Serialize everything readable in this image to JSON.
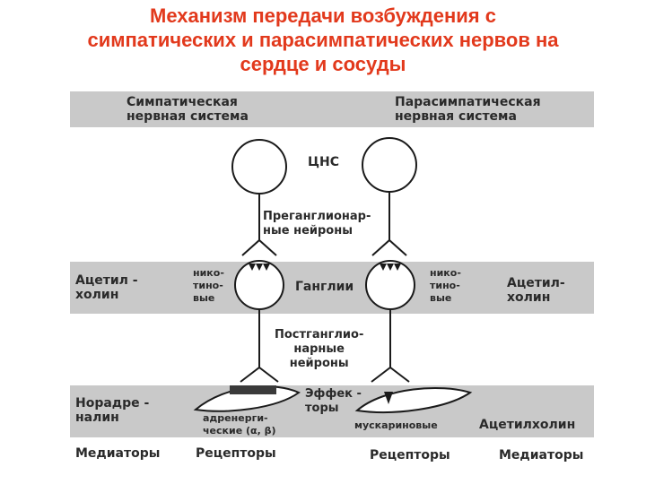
{
  "title": {
    "line1": "Механизм передачи возбуждения с",
    "line2": "симпатических и парасимпатических нервов на",
    "line3": "сердце и сосуды"
  },
  "diagram": {
    "sympathetic": {
      "line1": "Симпатическая",
      "line2": "нервная система"
    },
    "parasympathetic": {
      "line1": "Парасимпатическая",
      "line2": "нервная система"
    },
    "cns": "ЦНС",
    "preganglionic": {
      "line1": "Преганглионар-",
      "line2": "ные нейроны"
    },
    "acetylcholine_left": {
      "line1": "Ацетил -",
      "line2": "холин"
    },
    "nicotinic_left": {
      "line1": "нико-",
      "line2": "тино-",
      "line3": "вые"
    },
    "ganglia": "Ганглии",
    "nicotinic_right": {
      "line1": "нико-",
      "line2": "тино-",
      "line3": "вые"
    },
    "acetylcholine_right": {
      "line1": "Ацетил-",
      "line2": "холин"
    },
    "postganglionic": {
      "line1": "Постганглио-",
      "line2": "нарные",
      "line3": "нейроны"
    },
    "noradrenaline": {
      "line1": "Норадре -",
      "line2": "налин"
    },
    "adrenergic": {
      "line1": "адренерги-",
      "line2": "ческие (α, β)"
    },
    "effectors": {
      "line1": "Эффек -",
      "line2": "торы"
    },
    "muscarinic": "мускариновые",
    "acetylcholine_bottom": "Ацетилхолин",
    "mediators_left": "Медиаторы",
    "receptors_left": "Рецепторы",
    "receptors_right": "Рецепторы",
    "mediators_right": "Медиаторы"
  }
}
